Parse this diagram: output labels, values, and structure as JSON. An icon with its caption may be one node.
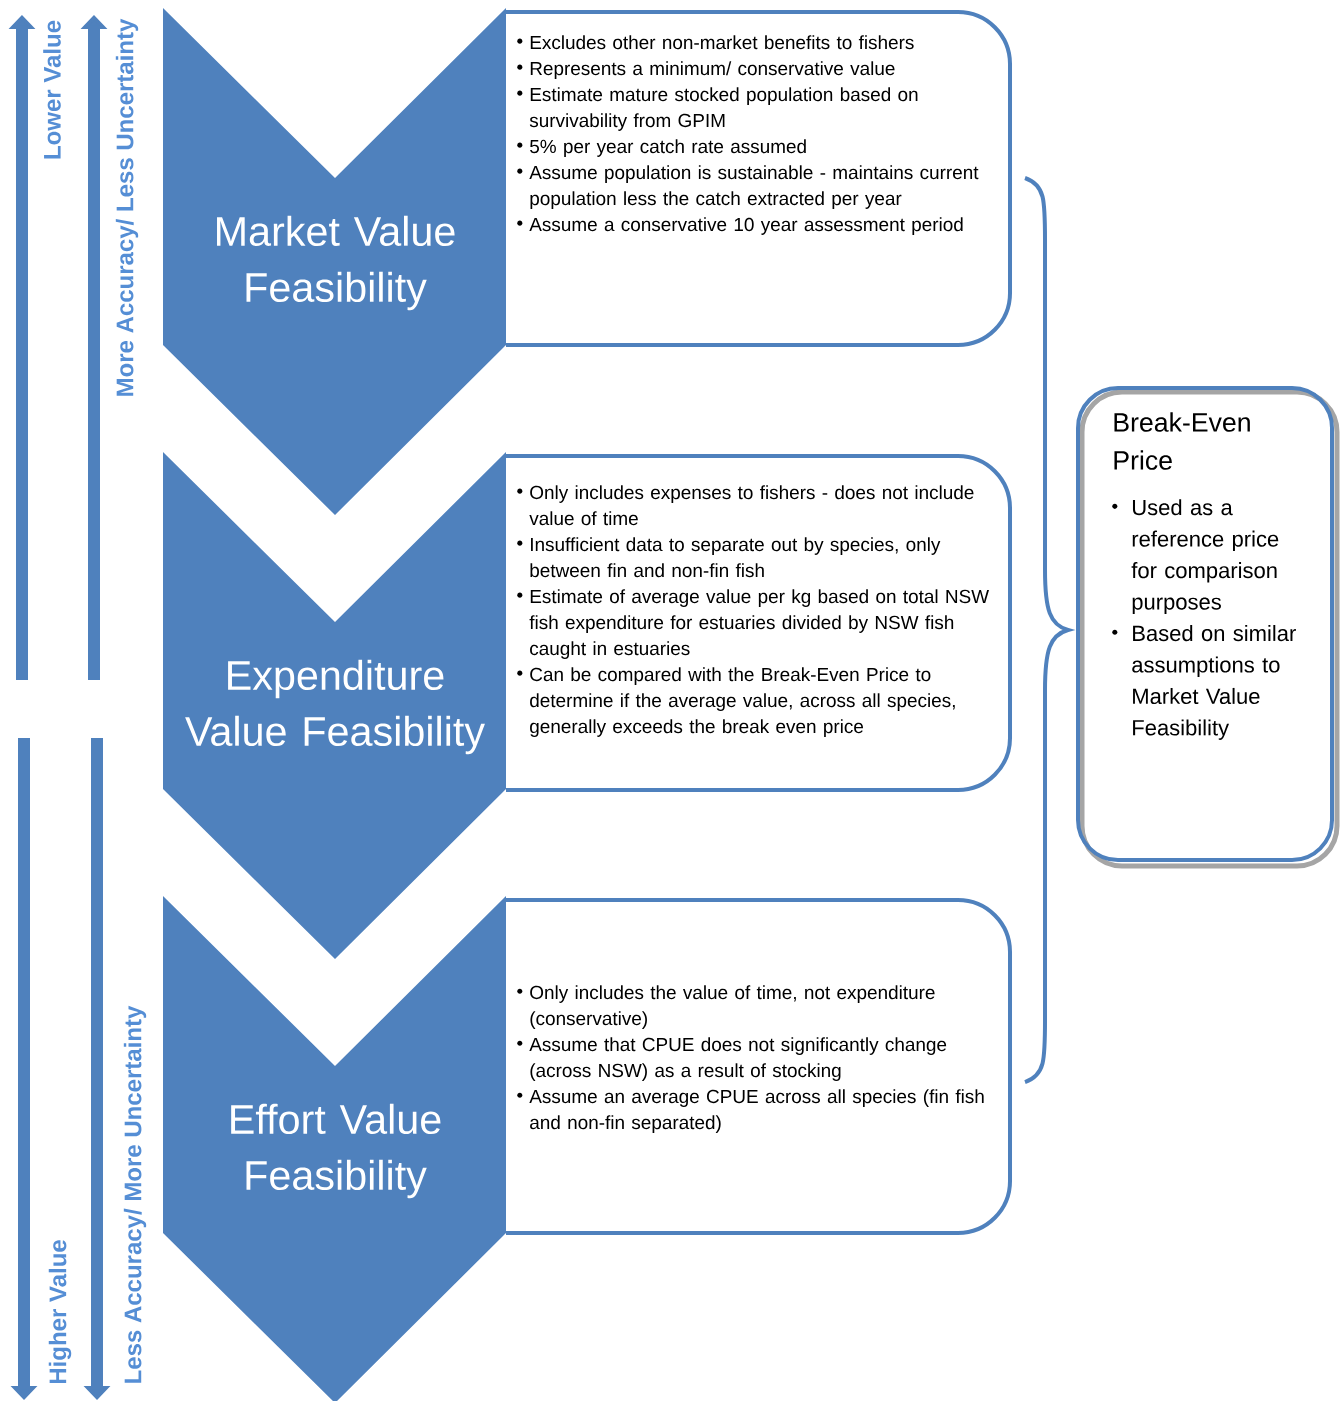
{
  "diagram": {
    "nodes": [
      {
        "text": [
          "Market Value Feasibility"
        ]
      },
      {
        "text": [
          "Excludes other non-market benefits to fishers",
          "Represents a minimum/ conservative value",
          "Estimate mature stocked population based on survivability from GPIM",
          "5% per year catch rate assumed",
          "Assume population is sustainable - maintains current population less the catch extracted per year",
          "Assume a conservative 10 year assessment period"
        ]
      },
      {
        "text": [
          "Expenditure Value Feasibility"
        ]
      },
      {
        "text": [
          "Only includes expenses to fishers - does not include value of time",
          "Insufficient data to separate out by species, only between fin and non-fin fish",
          "Estimate of average value per kg based on total NSW fish expenditure for estuaries divided by NSW fish caught in estuaries",
          "Can be compared with the Break-Even Price to determine if the average value, across all species, generally exceeds the break even price"
        ]
      },
      {
        "text": [
          "Effort Value Feasibility"
        ]
      },
      {
        "text": [
          "Only includes the value of time, not expenditure (conservative)",
          "Assume that CPUE does not significantly change (across NSW) as a result of stocking",
          "Assume an average CPUE across all species (fin fish and non-fin separated)"
        ]
      },
      {
        "text": [
          "Break-Even Price",
          "Used as a reference price for comparison purposes",
          "Based on similar assumptions to Market Value Feasibility"
        ]
      }
    ],
    "labels": [
      "Lower Value",
      "More Accuracy/ Less Uncertainty",
      "Higher Value",
      "Less Accuracy/ More Uncertainty"
    ]
  }
}
